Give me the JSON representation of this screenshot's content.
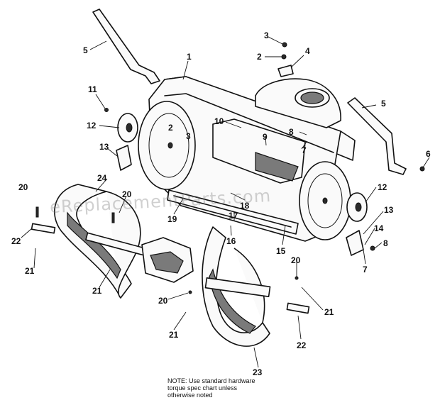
{
  "callouts": {
    "c1": "1",
    "c2a": "2",
    "c2b": "2",
    "c3a": "3",
    "c3b": "3",
    "c4": "4",
    "c5a": "5",
    "c5b": "5",
    "c6": "6",
    "c7a": "7",
    "c7b": "7",
    "c8a": "8",
    "c8b": "8",
    "c9": "9",
    "c10": "10",
    "c11": "11",
    "c12a": "12",
    "c12b": "12",
    "c13a": "13",
    "c13b": "13",
    "c14": "14",
    "c15": "15",
    "c16": "16",
    "c17": "17",
    "c18": "18",
    "c19": "19",
    "c20a": "20",
    "c20b": "20",
    "c20c": "20",
    "c20d": "20",
    "c21a": "21",
    "c21b": "21",
    "c21c": "21",
    "c21d": "21",
    "c22a": "22",
    "c22b": "22",
    "c23": "23",
    "c24": "24"
  },
  "watermark": "eReplacementParts.com",
  "note": {
    "line1": "NOTE: Use standard hardware",
    "line2": "torque spec chart unless",
    "line3": "otherwise noted"
  }
}
